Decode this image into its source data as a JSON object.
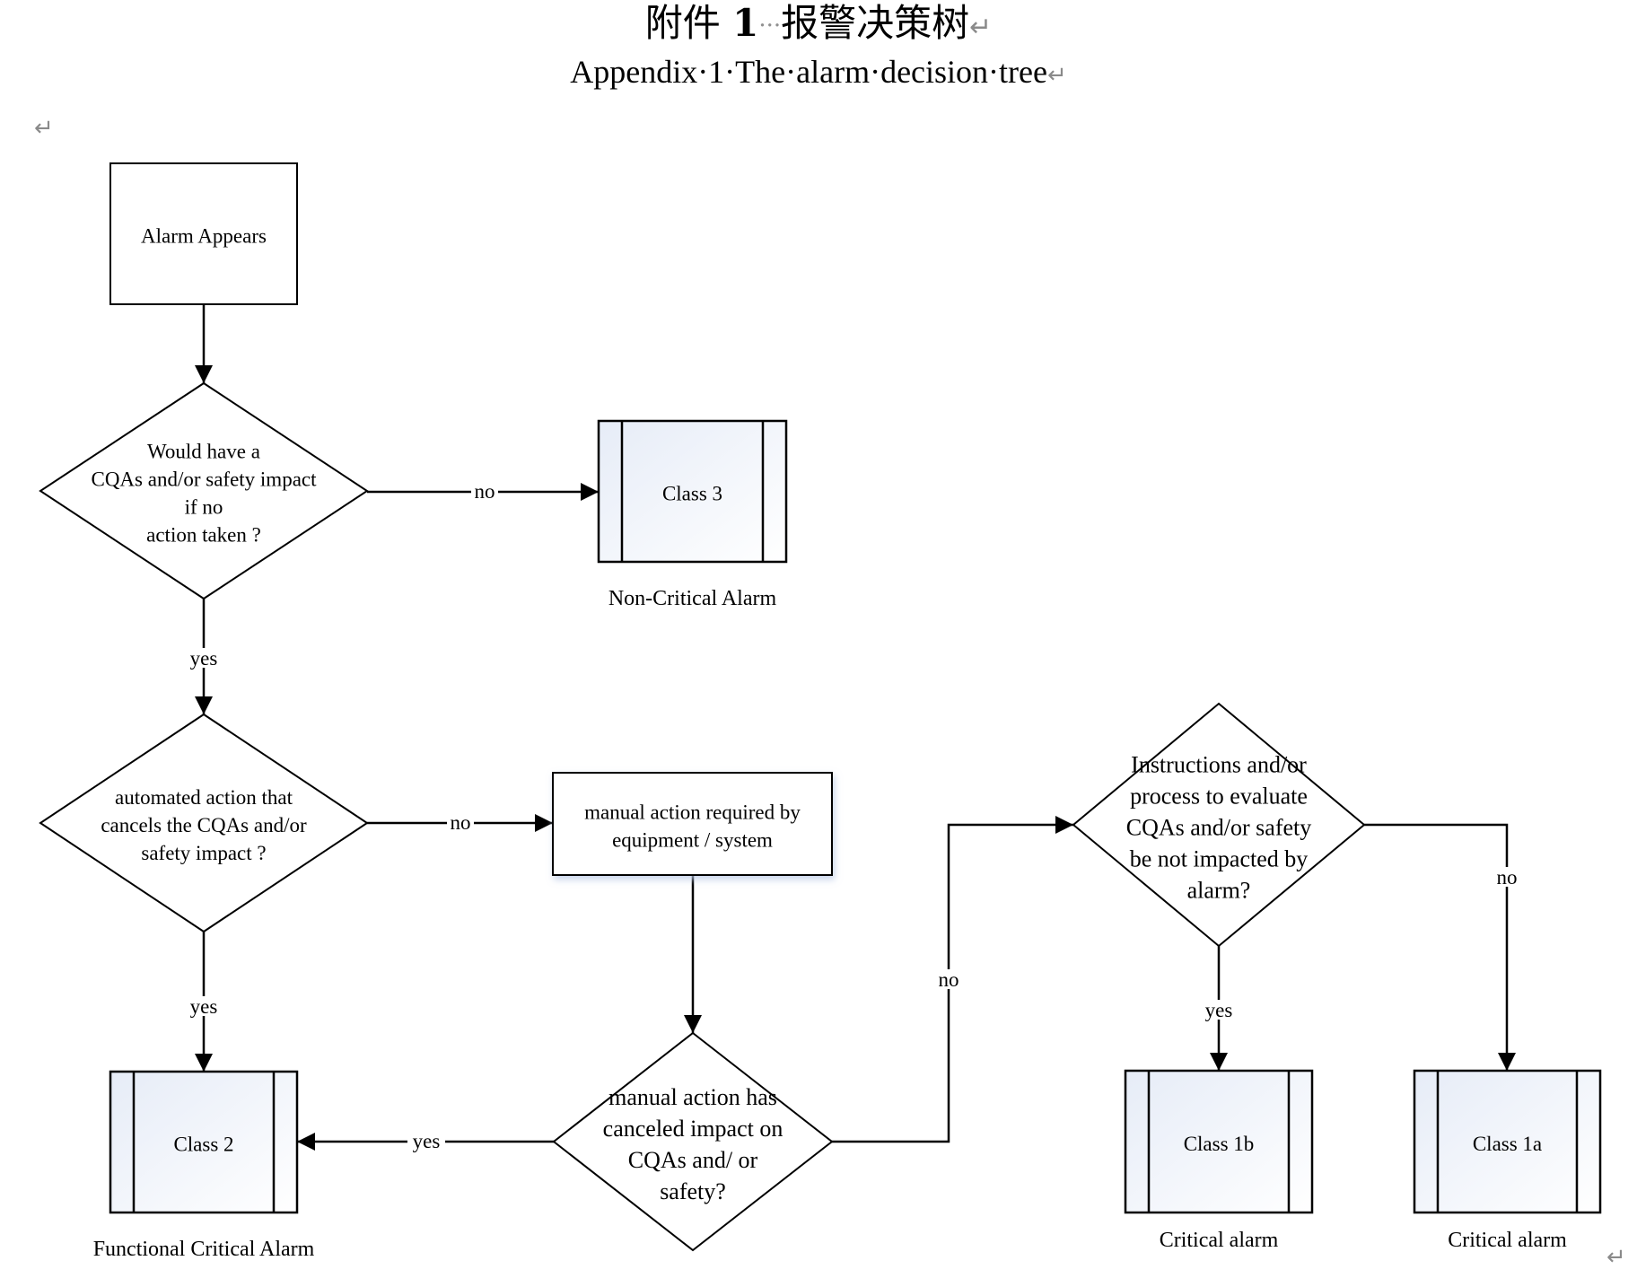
{
  "header": {
    "title_cn_prefix": "附件",
    "title_cn_number": "1",
    "title_cn_dots": "···",
    "title_cn_text": "报警决策树",
    "title_en": "Appendix·1·The·alarm·decision·tree",
    "paragraph_mark": "↵"
  },
  "diagram": {
    "nodes": {
      "start": {
        "type": "process",
        "lines": [
          "Alarm Appears"
        ]
      },
      "d1": {
        "type": "decision",
        "lines": [
          "Would have a",
          "CQAs and/or safety impact",
          "if no",
          "action taken ?"
        ]
      },
      "class3": {
        "type": "predefined",
        "lines": [
          "Class 3"
        ],
        "caption": "Non-Critical Alarm"
      },
      "d2": {
        "type": "decision",
        "lines": [
          "automated action that",
          "cancels the CQAs and/or",
          "safety impact ?"
        ]
      },
      "manual": {
        "type": "process",
        "lines": [
          "manual action required by",
          "equipment / system"
        ]
      },
      "d3": {
        "type": "decision",
        "lines": [
          "manual action has",
          "canceled impact on",
          "CQAs and/ or",
          "safety?"
        ]
      },
      "class2": {
        "type": "predefined",
        "lines": [
          "Class 2"
        ],
        "caption": "Functional Critical Alarm"
      },
      "d4": {
        "type": "decision",
        "lines": [
          "Instructions and/or",
          "process to evaluate",
          "CQAs and/or safety",
          "be not impacted by",
          "alarm?"
        ]
      },
      "class1b": {
        "type": "predefined",
        "lines": [
          "Class 1b"
        ],
        "caption": "Critical alarm"
      },
      "class1a": {
        "type": "predefined",
        "lines": [
          "Class 1a"
        ],
        "caption": "Critical alarm"
      }
    },
    "edges": [
      {
        "from": "start",
        "to": "d1",
        "label": ""
      },
      {
        "from": "d1",
        "to": "class3",
        "label": "no"
      },
      {
        "from": "d1",
        "to": "d2",
        "label": "yes"
      },
      {
        "from": "d2",
        "to": "manual",
        "label": "no"
      },
      {
        "from": "d2",
        "to": "class2",
        "label": "yes"
      },
      {
        "from": "manual",
        "to": "d3",
        "label": ""
      },
      {
        "from": "d3",
        "to": "class2",
        "label": "yes"
      },
      {
        "from": "d3",
        "to": "d4",
        "label": "no"
      },
      {
        "from": "d4",
        "to": "class1b",
        "label": "yes"
      },
      {
        "from": "d4",
        "to": "class1a",
        "label": "no"
      }
    ],
    "colors": {
      "stroke": "#000000",
      "predefined_gradient_start": "#e6ecf7",
      "predefined_gradient_end": "#ffffff",
      "shadow": "#c9d6ec"
    }
  }
}
